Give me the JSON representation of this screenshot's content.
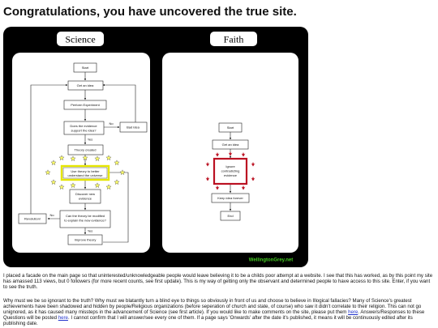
{
  "page": {
    "title": "Congratulations, you have uncovered the true site."
  },
  "figure": {
    "science": {
      "header": "Science",
      "steps": {
        "start": "Start",
        "idea": "Get an idea",
        "experiment": "Perform Experiment",
        "support": [
          "Does the evidence",
          "support the idea?"
        ],
        "no": "No",
        "bad_idea": "Bad idea",
        "yes": "Yes",
        "theory": "Theory created",
        "use_theory": [
          "Use theory to better",
          "understand the universe"
        ],
        "discover": [
          "Discover new",
          "evidence"
        ],
        "modified": [
          "Can the theory be modified",
          "to explain the new evidence?"
        ],
        "no2": "No",
        "revolution": "Revolution!",
        "yes2": "Yes",
        "improve": "Improve theory"
      }
    },
    "faith": {
      "header": "Faith",
      "steps": {
        "start": "Start",
        "idea": "Get an idea",
        "ignore": [
          "Ignore",
          "contradicting",
          "evidence"
        ],
        "keep": "Keep idea forever",
        "end": "End"
      }
    },
    "watermark": "WellingtonGrey.net",
    "colors": {
      "watermark": "#44cc22",
      "highlight": "#e6e600",
      "faith_red": "#bb1122"
    }
  },
  "para1": "I placed a facade on the main page so that uninterested/unknowledgeable people would leave believing it to be a childs poor attempt at a website. I see that this has worked, as by this point my site has amassed 113 views, but 0 followers (for more recent counts, see first update). This is my way of getting only the observant and determined people to have access to this site. Enter, if you want to see the truth.",
  "para2": {
    "text1": "Why must we be so ignorant to the truth? Why must we blatantly turn a blind eye to things so obviously in front of us and choose to believe in Illogical fallacies? Many of Science's greatest achievements have been shadowed and hidden by people/Religious organizations (before seperation of church and state, of course) who saw it didn't correlate to their religion. This can not go unignored, as it has caused many missteps in the advancement of Science (see first article). If you would like to make comments on the site, please put them ",
    "link1": "here",
    "text2": ". Answers/Responses to these Questions will be posted ",
    "link2": "here",
    "text3": ". I cannot confirm that I will answer/see every one of them. If a page says 'Onwards' after the date it's published, it means it will be continuously edited after its publishing date."
  }
}
